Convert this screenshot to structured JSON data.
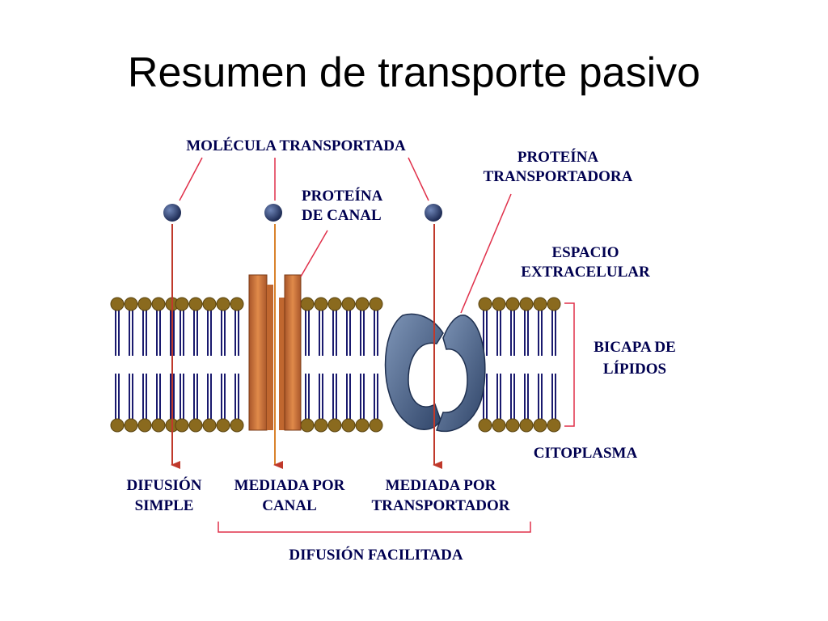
{
  "title": "Resumen de transporte pasivo",
  "labels": {
    "molecule": "MOLÉCULA TRANSPORTADA",
    "channel_protein": [
      "PROTEÍNA",
      "DE CANAL"
    ],
    "carrier_protein": [
      "PROTEÍNA",
      "TRANSPORTADORA"
    ],
    "extracellular": [
      "ESPACIO",
      "EXTRACELULAR"
    ],
    "bilayer": [
      "BICAPA DE",
      "LÍPIDOS"
    ],
    "cytoplasm": "CITOPLASMA",
    "simple_diffusion": [
      "DIFUSIÓN",
      "SIMPLE"
    ],
    "channel_mediated": [
      "MEDIADA POR",
      "CANAL"
    ],
    "carrier_mediated": [
      "MEDIADA POR",
      "TRANSPORTADOR"
    ],
    "facilitated": "DIFUSIÓN FACILITADA"
  },
  "colors": {
    "label_text": "#000050",
    "lipid_head": "#8a6a1e",
    "lipid_tail": "#1a1a6e",
    "channel_protein": "#c8743a",
    "carrier_protein": "#4f6688",
    "arrow": "#c0392b",
    "pointer_line": "#e0304a",
    "molecule": "#2a3d6e"
  }
}
